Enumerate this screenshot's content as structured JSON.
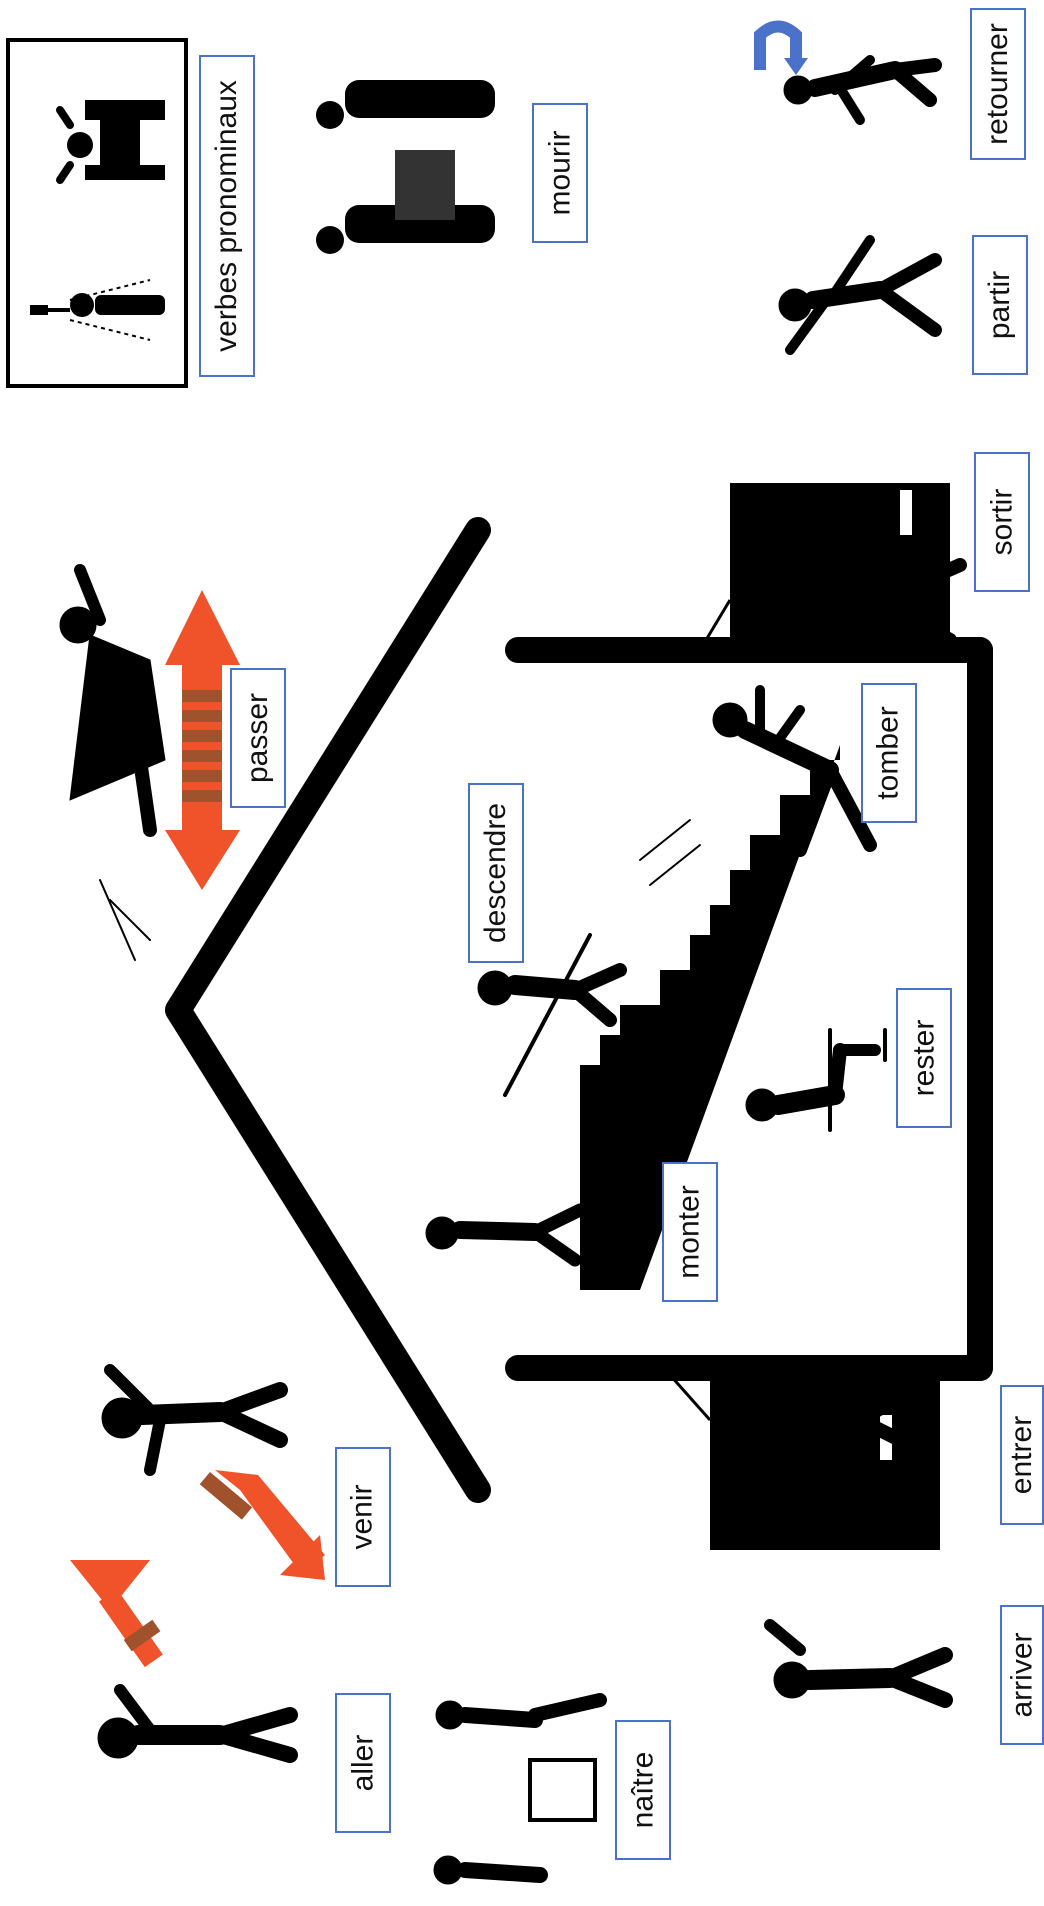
{
  "labels": {
    "verbes_pronominaux": "verbes pronominaux",
    "mourir": "mourir",
    "partir": "partir",
    "retourner": "retourner",
    "passer": "passer",
    "descendre": "descendre",
    "tomber": "tomber",
    "sortir": "sortir",
    "rester": "rester",
    "monter": "monter",
    "venir": "venir",
    "entrer": "entrer",
    "aller": "aller",
    "naitre": "naître",
    "arriver": "arriver"
  },
  "colors": {
    "label_border": "#4a72c8",
    "arrow_orange": "#f0532a",
    "stripe_brown": "#a0522d",
    "return_arrow_blue": "#4a72c8",
    "ink": "#000000"
  },
  "icons": [
    "shower-person-icon",
    "bed-person-icon",
    "funeral-people-icon",
    "return-arrow-icon",
    "falling-person-icon",
    "flying-person-icon",
    "double-arrow-icon",
    "house-roof-icon",
    "walking-person-icon",
    "staircase-icon",
    "sitting-person-icon",
    "door-icon",
    "baby-crib-icon"
  ]
}
